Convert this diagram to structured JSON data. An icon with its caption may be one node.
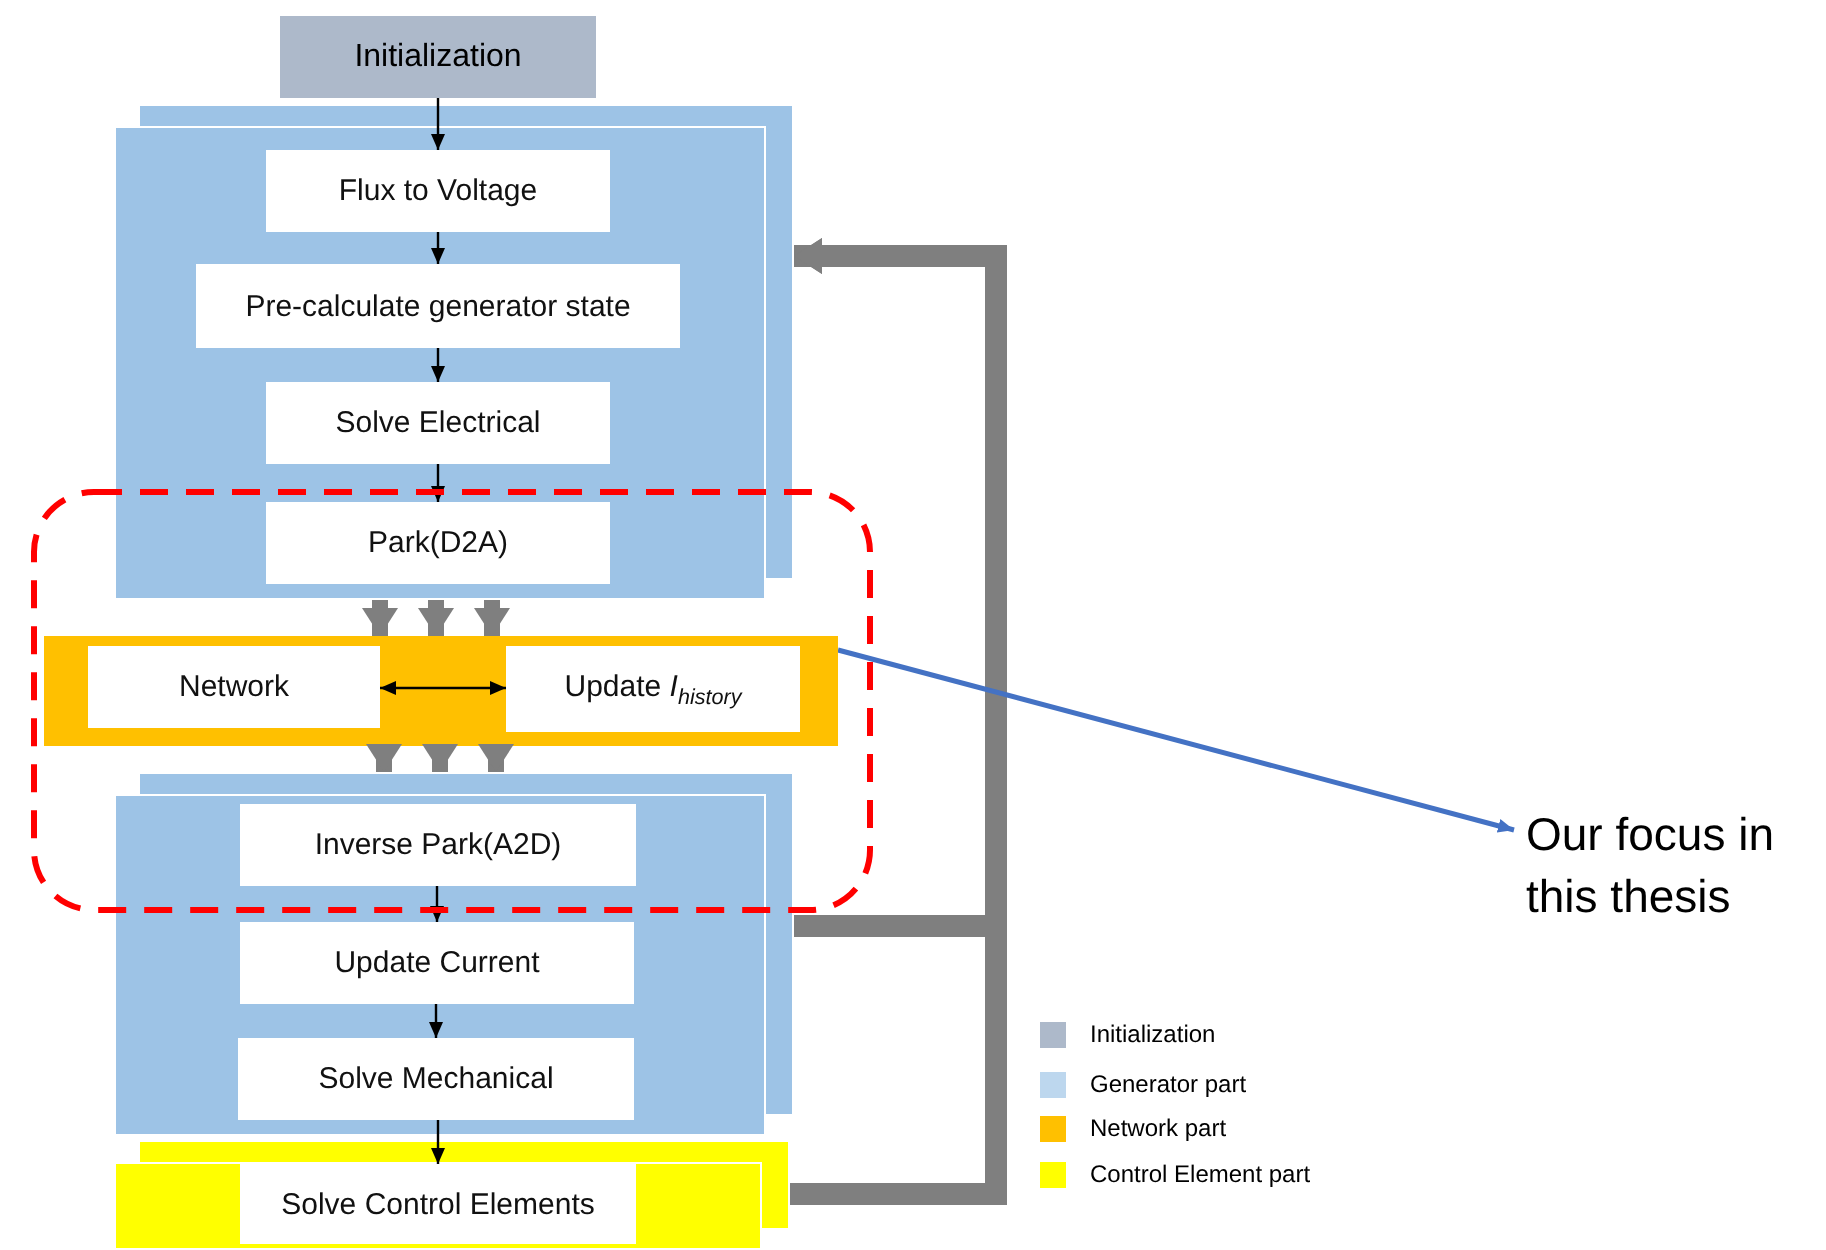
{
  "diagram": {
    "nodes": [
      {
        "text": [
          "Initialization"
        ]
      },
      {
        "text": [],
        "shape": "box"
      },
      {
        "text": [
          "Flux to Voltage"
        ],
        "in": 1
      },
      {
        "text": [
          "Pre-calculate generator state"
        ],
        "in": 1
      },
      {
        "text": [
          "Solve Electrical"
        ],
        "in": 1
      },
      {
        "text": [
          "Park(D2A)"
        ],
        "in": 1
      },
      {
        "text": [],
        "shape": "bar"
      },
      {
        "text": [
          "Network"
        ],
        "in": 6
      },
      {
        "text": [
          "Update *I*$_{history}$"
        ],
        "in": 6
      },
      {
        "text": [],
        "shape": "box"
      },
      {
        "text": [
          "Inverse Park(A2D)"
        ],
        "in": 9
      },
      {
        "text": [
          "Update Current"
        ],
        "in": 9
      },
      {
        "text": [
          "Solve Mechanical"
        ],
        "in": 9
      },
      {
        "text": [],
        "shape": "box"
      },
      {
        "text": [
          "Solve Control Elements"
        ],
        "in": 13
      },
      {
        "text": [
          "Our focus in this thesis"
        ]
      }
    ],
    "edges": [
      {
        "from": 0,
        "to": 2,
        "arrow": "to"
      },
      {
        "from": 2,
        "to": 3,
        "arrow": "to"
      },
      {
        "from": 3,
        "to": 4,
        "arrow": "to"
      },
      {
        "from": 4,
        "to": 5,
        "arrow": "to"
      },
      {
        "from": 1,
        "to": 6,
        "arrow": "to",
        "style": "thick",
        "color": "#7f7f7f"
      },
      {
        "from": 1,
        "to": 6,
        "arrow": "to",
        "style": "thick",
        "color": "#7f7f7f"
      },
      {
        "from": 1,
        "to": 6,
        "arrow": "to",
        "style": "thick",
        "color": "#7f7f7f"
      },
      {
        "from": 7,
        "to": 8,
        "arrow": "both"
      },
      {
        "from": 6,
        "to": 9,
        "arrow": "to",
        "style": "thick",
        "color": "#7f7f7f"
      },
      {
        "from": 6,
        "to": 9,
        "arrow": "to",
        "style": "thick",
        "color": "#7f7f7f"
      },
      {
        "from": 6,
        "to": 9,
        "arrow": "to",
        "style": "thick",
        "color": "#7f7f7f"
      },
      {
        "from": 10,
        "to": 11,
        "arrow": "to"
      },
      {
        "from": 11,
        "to": 12,
        "arrow": "to"
      },
      {
        "from": 12,
        "to": 14,
        "arrow": "to"
      },
      {
        "from": 9,
        "to": 1,
        "arrow": "to",
        "style": "thick",
        "color": "#7f7f7f"
      },
      {
        "from": 13,
        "to": 1,
        "arrow": "to",
        "style": "thick",
        "color": "#7f7f7f"
      },
      {
        "from": 6,
        "to": 15,
        "arrow": "to",
        "color": "#4472c4"
      }
    ],
    "legend": [
      {
        "text": "Initialization",
        "color": "#adb9ca"
      },
      {
        "text": "Generator part",
        "color": "#bdd7ee"
      },
      {
        "text": "Network part",
        "color": "#ffc000"
      },
      {
        "text": "Control Element part",
        "color": "#ffff00"
      }
    ]
  }
}
